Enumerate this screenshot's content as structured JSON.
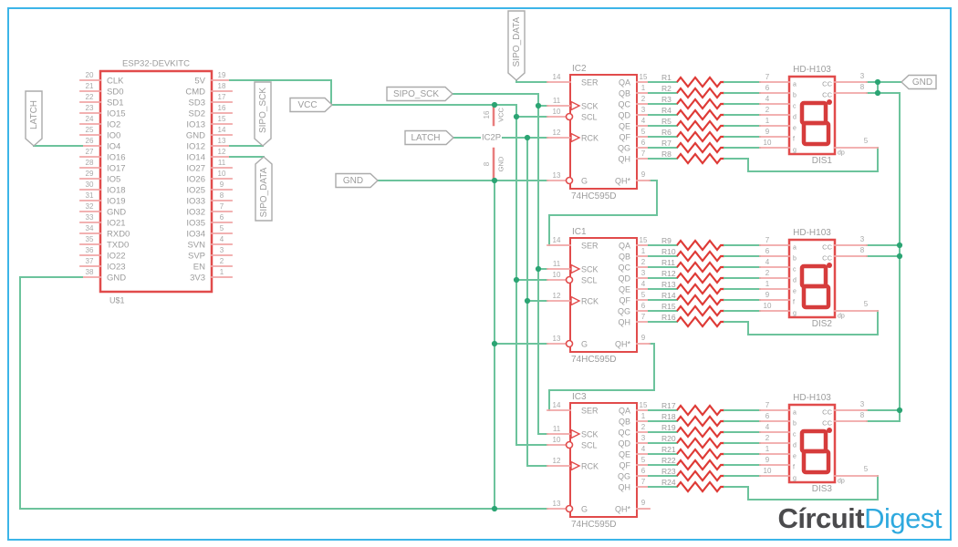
{
  "colors": {
    "wire": "#6cc39c",
    "junction": "#2ba473",
    "component": "#e14b4b",
    "pin": "#f0a6a6",
    "power_stub": "#e87d7d",
    "resistor": "#de3a36",
    "seven_seg": "#d63c3c",
    "text": "#9c9c9c",
    "flag_outline": "#ababab",
    "frame_blue": "#3cb5e8",
    "logo_gray": "#4b4b4d",
    "logo_blue": "#2ea9de"
  },
  "esp32": {
    "title": "ESP32-DEVKITC",
    "refdes": "U$1",
    "left_pins": [
      {
        "num": "20",
        "label": "CLK"
      },
      {
        "num": "21",
        "label": "SD0"
      },
      {
        "num": "22",
        "label": "SD1"
      },
      {
        "num": "23",
        "label": "IO15"
      },
      {
        "num": "24",
        "label": "IO2"
      },
      {
        "num": "25",
        "label": "IO0"
      },
      {
        "num": "26",
        "label": "IO4"
      },
      {
        "num": "27",
        "label": "IO16"
      },
      {
        "num": "28",
        "label": "IO17"
      },
      {
        "num": "29",
        "label": "IO5"
      },
      {
        "num": "30",
        "label": "IO18"
      },
      {
        "num": "31",
        "label": "IO19"
      },
      {
        "num": "32",
        "label": "GND"
      },
      {
        "num": "33",
        "label": "IO21"
      },
      {
        "num": "34",
        "label": "RXD0"
      },
      {
        "num": "35",
        "label": "TXD0"
      },
      {
        "num": "36",
        "label": "IO22"
      },
      {
        "num": "37",
        "label": "IO23"
      },
      {
        "num": "38",
        "label": "GND"
      }
    ],
    "right_pins": [
      {
        "num": "19",
        "label": "5V"
      },
      {
        "num": "18",
        "label": "CMD"
      },
      {
        "num": "17",
        "label": "SD3"
      },
      {
        "num": "16",
        "label": "SD2"
      },
      {
        "num": "15",
        "label": "IO13"
      },
      {
        "num": "14",
        "label": "GND"
      },
      {
        "num": "13",
        "label": "IO12"
      },
      {
        "num": "12",
        "label": "IO14"
      },
      {
        "num": "11",
        "label": "IO27"
      },
      {
        "num": "10",
        "label": "IO26"
      },
      {
        "num": "9",
        "label": "IO25"
      },
      {
        "num": "8",
        "label": "IO33"
      },
      {
        "num": "7",
        "label": "IO32"
      },
      {
        "num": "6",
        "label": "IO35"
      },
      {
        "num": "5",
        "label": "IO34"
      },
      {
        "num": "4",
        "label": "SVN"
      },
      {
        "num": "3",
        "label": "SVP"
      },
      {
        "num": "2",
        "label": "EN"
      },
      {
        "num": "1",
        "label": "3V3"
      }
    ]
  },
  "net_flags": {
    "latch_left": "LATCH",
    "sipo_sck_esp": "SIPO_SCK",
    "sipo_data_esp": "SIPO_DATA",
    "sipo_data_top": "SIPO_DATA",
    "vcc_mid": "VCC",
    "sipo_sck_mid": "SIPO_SCK",
    "latch_mid": "LATCH",
    "gnd_mid": "GND",
    "gnd_right": "GND"
  },
  "power_symbol": {
    "label": "IC2P",
    "vcc_pin_num": "16",
    "vcc_pin_name": "VCC",
    "gnd_pin_num": "8",
    "gnd_pin_name": "GND"
  },
  "shift_registers": [
    {
      "ref": "IC2",
      "part": "74HC595D",
      "control_pins": [
        {
          "num": "14",
          "label": "SER"
        },
        {
          "num": "11",
          "label": "SCK"
        },
        {
          "num": "10",
          "label": "SCL"
        },
        {
          "num": "12",
          "label": "RCK"
        },
        {
          "num": "13",
          "label": "G"
        }
      ],
      "output_pins": [
        {
          "num": "15",
          "label": "QA"
        },
        {
          "num": "1",
          "label": "QB"
        },
        {
          "num": "2",
          "label": "QC"
        },
        {
          "num": "3",
          "label": "QD"
        },
        {
          "num": "4",
          "label": "QE"
        },
        {
          "num": "5",
          "label": "QF"
        },
        {
          "num": "6",
          "label": "QG"
        },
        {
          "num": "7",
          "label": "QH"
        }
      ],
      "serial_out_pin": {
        "num": "9",
        "label": "QH*"
      }
    },
    {
      "ref": "IC1",
      "part": "74HC595D",
      "control_pins": [
        {
          "num": "14",
          "label": "SER"
        },
        {
          "num": "11",
          "label": "SCK"
        },
        {
          "num": "10",
          "label": "SCL"
        },
        {
          "num": "12",
          "label": "RCK"
        },
        {
          "num": "13",
          "label": "G"
        }
      ],
      "output_pins": [
        {
          "num": "15",
          "label": "QA"
        },
        {
          "num": "1",
          "label": "QB"
        },
        {
          "num": "2",
          "label": "QC"
        },
        {
          "num": "3",
          "label": "QD"
        },
        {
          "num": "4",
          "label": "QE"
        },
        {
          "num": "5",
          "label": "QF"
        },
        {
          "num": "6",
          "label": "QG"
        },
        {
          "num": "7",
          "label": "QH"
        }
      ],
      "serial_out_pin": {
        "num": "9",
        "label": "QH*"
      }
    },
    {
      "ref": "IC3",
      "part": "74HC595D",
      "control_pins": [
        {
          "num": "14",
          "label": "SER"
        },
        {
          "num": "11",
          "label": "SCK"
        },
        {
          "num": "10",
          "label": "SCL"
        },
        {
          "num": "12",
          "label": "RCK"
        },
        {
          "num": "13",
          "label": "G"
        }
      ],
      "output_pins": [
        {
          "num": "15",
          "label": "QA"
        },
        {
          "num": "1",
          "label": "QB"
        },
        {
          "num": "2",
          "label": "QC"
        },
        {
          "num": "3",
          "label": "QD"
        },
        {
          "num": "4",
          "label": "QE"
        },
        {
          "num": "5",
          "label": "QF"
        },
        {
          "num": "6",
          "label": "QG"
        },
        {
          "num": "7",
          "label": "QH"
        }
      ],
      "serial_out_pin": {
        "num": "9",
        "label": "QH*"
      }
    }
  ],
  "resistor_banks": [
    [
      "R1",
      "R2",
      "R3",
      "R4",
      "R5",
      "R6",
      "R7",
      "R8"
    ],
    [
      "R9",
      "R10",
      "R11",
      "R12",
      "R13",
      "R14",
      "R15",
      "R16"
    ],
    [
      "R17",
      "R18",
      "R19",
      "R20",
      "R21",
      "R22",
      "R23",
      "R24"
    ]
  ],
  "displays": [
    {
      "ref": "DIS1",
      "part": "HD-H103",
      "segment_pins": [
        {
          "num": "7",
          "label": "a"
        },
        {
          "num": "6",
          "label": "b"
        },
        {
          "num": "4",
          "label": "c"
        },
        {
          "num": "2",
          "label": "d"
        },
        {
          "num": "1",
          "label": "e"
        },
        {
          "num": "9",
          "label": "f"
        },
        {
          "num": "10",
          "label": "g"
        }
      ],
      "cc_pins": [
        {
          "num": "3",
          "label": "CC"
        },
        {
          "num": "8",
          "label": "CC"
        }
      ],
      "dp_pin": {
        "num": "5",
        "label": "dp"
      }
    },
    {
      "ref": "DIS2",
      "part": "HD-H103",
      "segment_pins": [
        {
          "num": "7",
          "label": "a"
        },
        {
          "num": "6",
          "label": "b"
        },
        {
          "num": "4",
          "label": "c"
        },
        {
          "num": "2",
          "label": "d"
        },
        {
          "num": "1",
          "label": "e"
        },
        {
          "num": "9",
          "label": "f"
        },
        {
          "num": "10",
          "label": "g"
        }
      ],
      "cc_pins": [
        {
          "num": "3",
          "label": "CC"
        },
        {
          "num": "8",
          "label": "CC"
        }
      ],
      "dp_pin": {
        "num": "5",
        "label": "dp"
      }
    },
    {
      "ref": "DIS3",
      "part": "HD-H103",
      "segment_pins": [
        {
          "num": "7",
          "label": "a"
        },
        {
          "num": "6",
          "label": "b"
        },
        {
          "num": "4",
          "label": "c"
        },
        {
          "num": "2",
          "label": "d"
        },
        {
          "num": "1",
          "label": "e"
        },
        {
          "num": "9",
          "label": "f"
        },
        {
          "num": "10",
          "label": "g"
        }
      ],
      "cc_pins": [
        {
          "num": "3",
          "label": "CC"
        },
        {
          "num": "8",
          "label": "CC"
        }
      ],
      "dp_pin": {
        "num": "5",
        "label": "dp"
      }
    }
  ],
  "logo": {
    "gray": "Círcuit",
    "blue": "Digest"
  }
}
